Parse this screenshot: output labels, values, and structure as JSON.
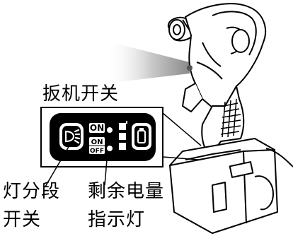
{
  "labels": {
    "trigger_switch": "扳机开关",
    "light_mode_switch_line1": "灯分段",
    "light_mode_switch_line2": "开关",
    "battery_indicator_line1": "剩余电量",
    "battery_indicator_line2": "指示灯"
  },
  "panel": {
    "on_label_top": "ON",
    "on_label_mid": "ON",
    "off_label": "OFF"
  },
  "colors": {
    "ink": "#000000",
    "panel_bg": "#000000",
    "panel_fg": "#ffffff",
    "light_beam": "#9a9a9a"
  }
}
